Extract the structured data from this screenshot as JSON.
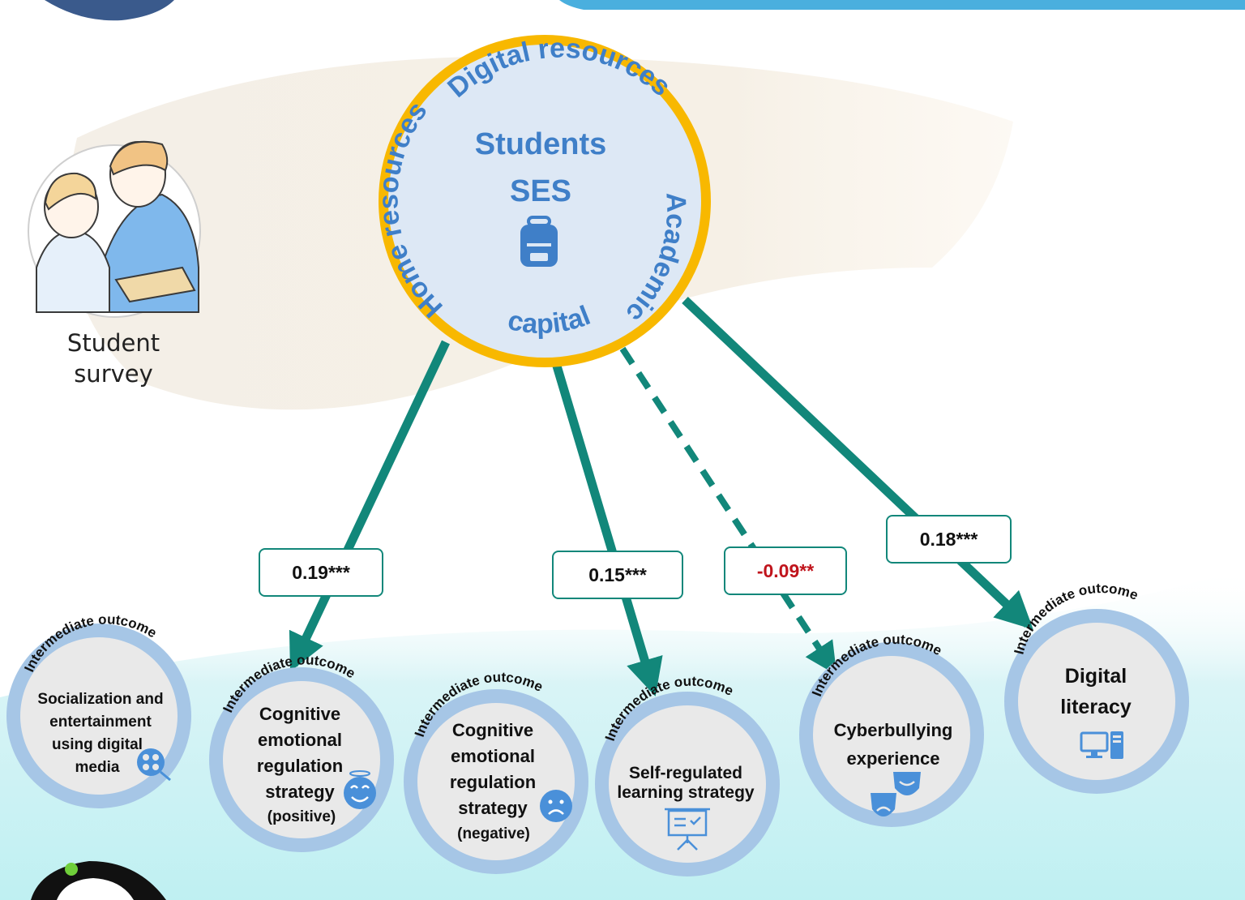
{
  "center": {
    "title_line1": "Students",
    "title_line2": "SES",
    "arc_top": "Digital resources",
    "arc_left": "Home resources",
    "arc_right": "Academic",
    "arc_bottom": "capital",
    "icon": "backpack-icon"
  },
  "survey": {
    "line1": "Student",
    "line2": "survey",
    "icon": "students-reading-illustration"
  },
  "coefficients": [
    {
      "value": "0.19***",
      "negative": false
    },
    {
      "value": "0.15***",
      "negative": false
    },
    {
      "value": "-0.09**",
      "negative": true
    },
    {
      "value": "0.18***",
      "negative": false
    }
  ],
  "outcomes": [
    {
      "arc": "Intermediate outcome",
      "lines": [
        "Socialization and",
        "entertainment",
        "using digital",
        "media"
      ],
      "icon": "film-reel-icon"
    },
    {
      "arc": "Intermediate outcome",
      "lines": [
        "Cognitive",
        "emotional",
        "regulation",
        "strategy"
      ],
      "sub": "(positive)",
      "icon": "smile-face-icon"
    },
    {
      "arc": "Intermediate outcome",
      "lines": [
        "Cognitive",
        "emotional",
        "regulation",
        "strategy"
      ],
      "sub": "(negative)",
      "icon": "sad-face-icon"
    },
    {
      "arc": "Intermediate outcome",
      "lines": [
        "Self-regulated",
        "learning strategy"
      ],
      "icon": "presentation-board-icon"
    },
    {
      "arc": "Intermediate outcome",
      "lines": [
        "Cyberbullying",
        "experience"
      ],
      "icon": "theater-masks-icon"
    },
    {
      "arc": "Intermediate outcome",
      "lines": [
        "Digital",
        "literacy"
      ],
      "icon": "desktop-computer-icon"
    }
  ],
  "colors": {
    "arrow": "#12877a",
    "ring_gold": "#f8b800",
    "center_fill": "#dde8f5",
    "center_text": "#3f7fc8",
    "outcome_ring": "#a6c6e6",
    "outcome_fill": "#e6e6e6",
    "negative_text": "#c0141c",
    "top_bar": "#4aafde"
  }
}
